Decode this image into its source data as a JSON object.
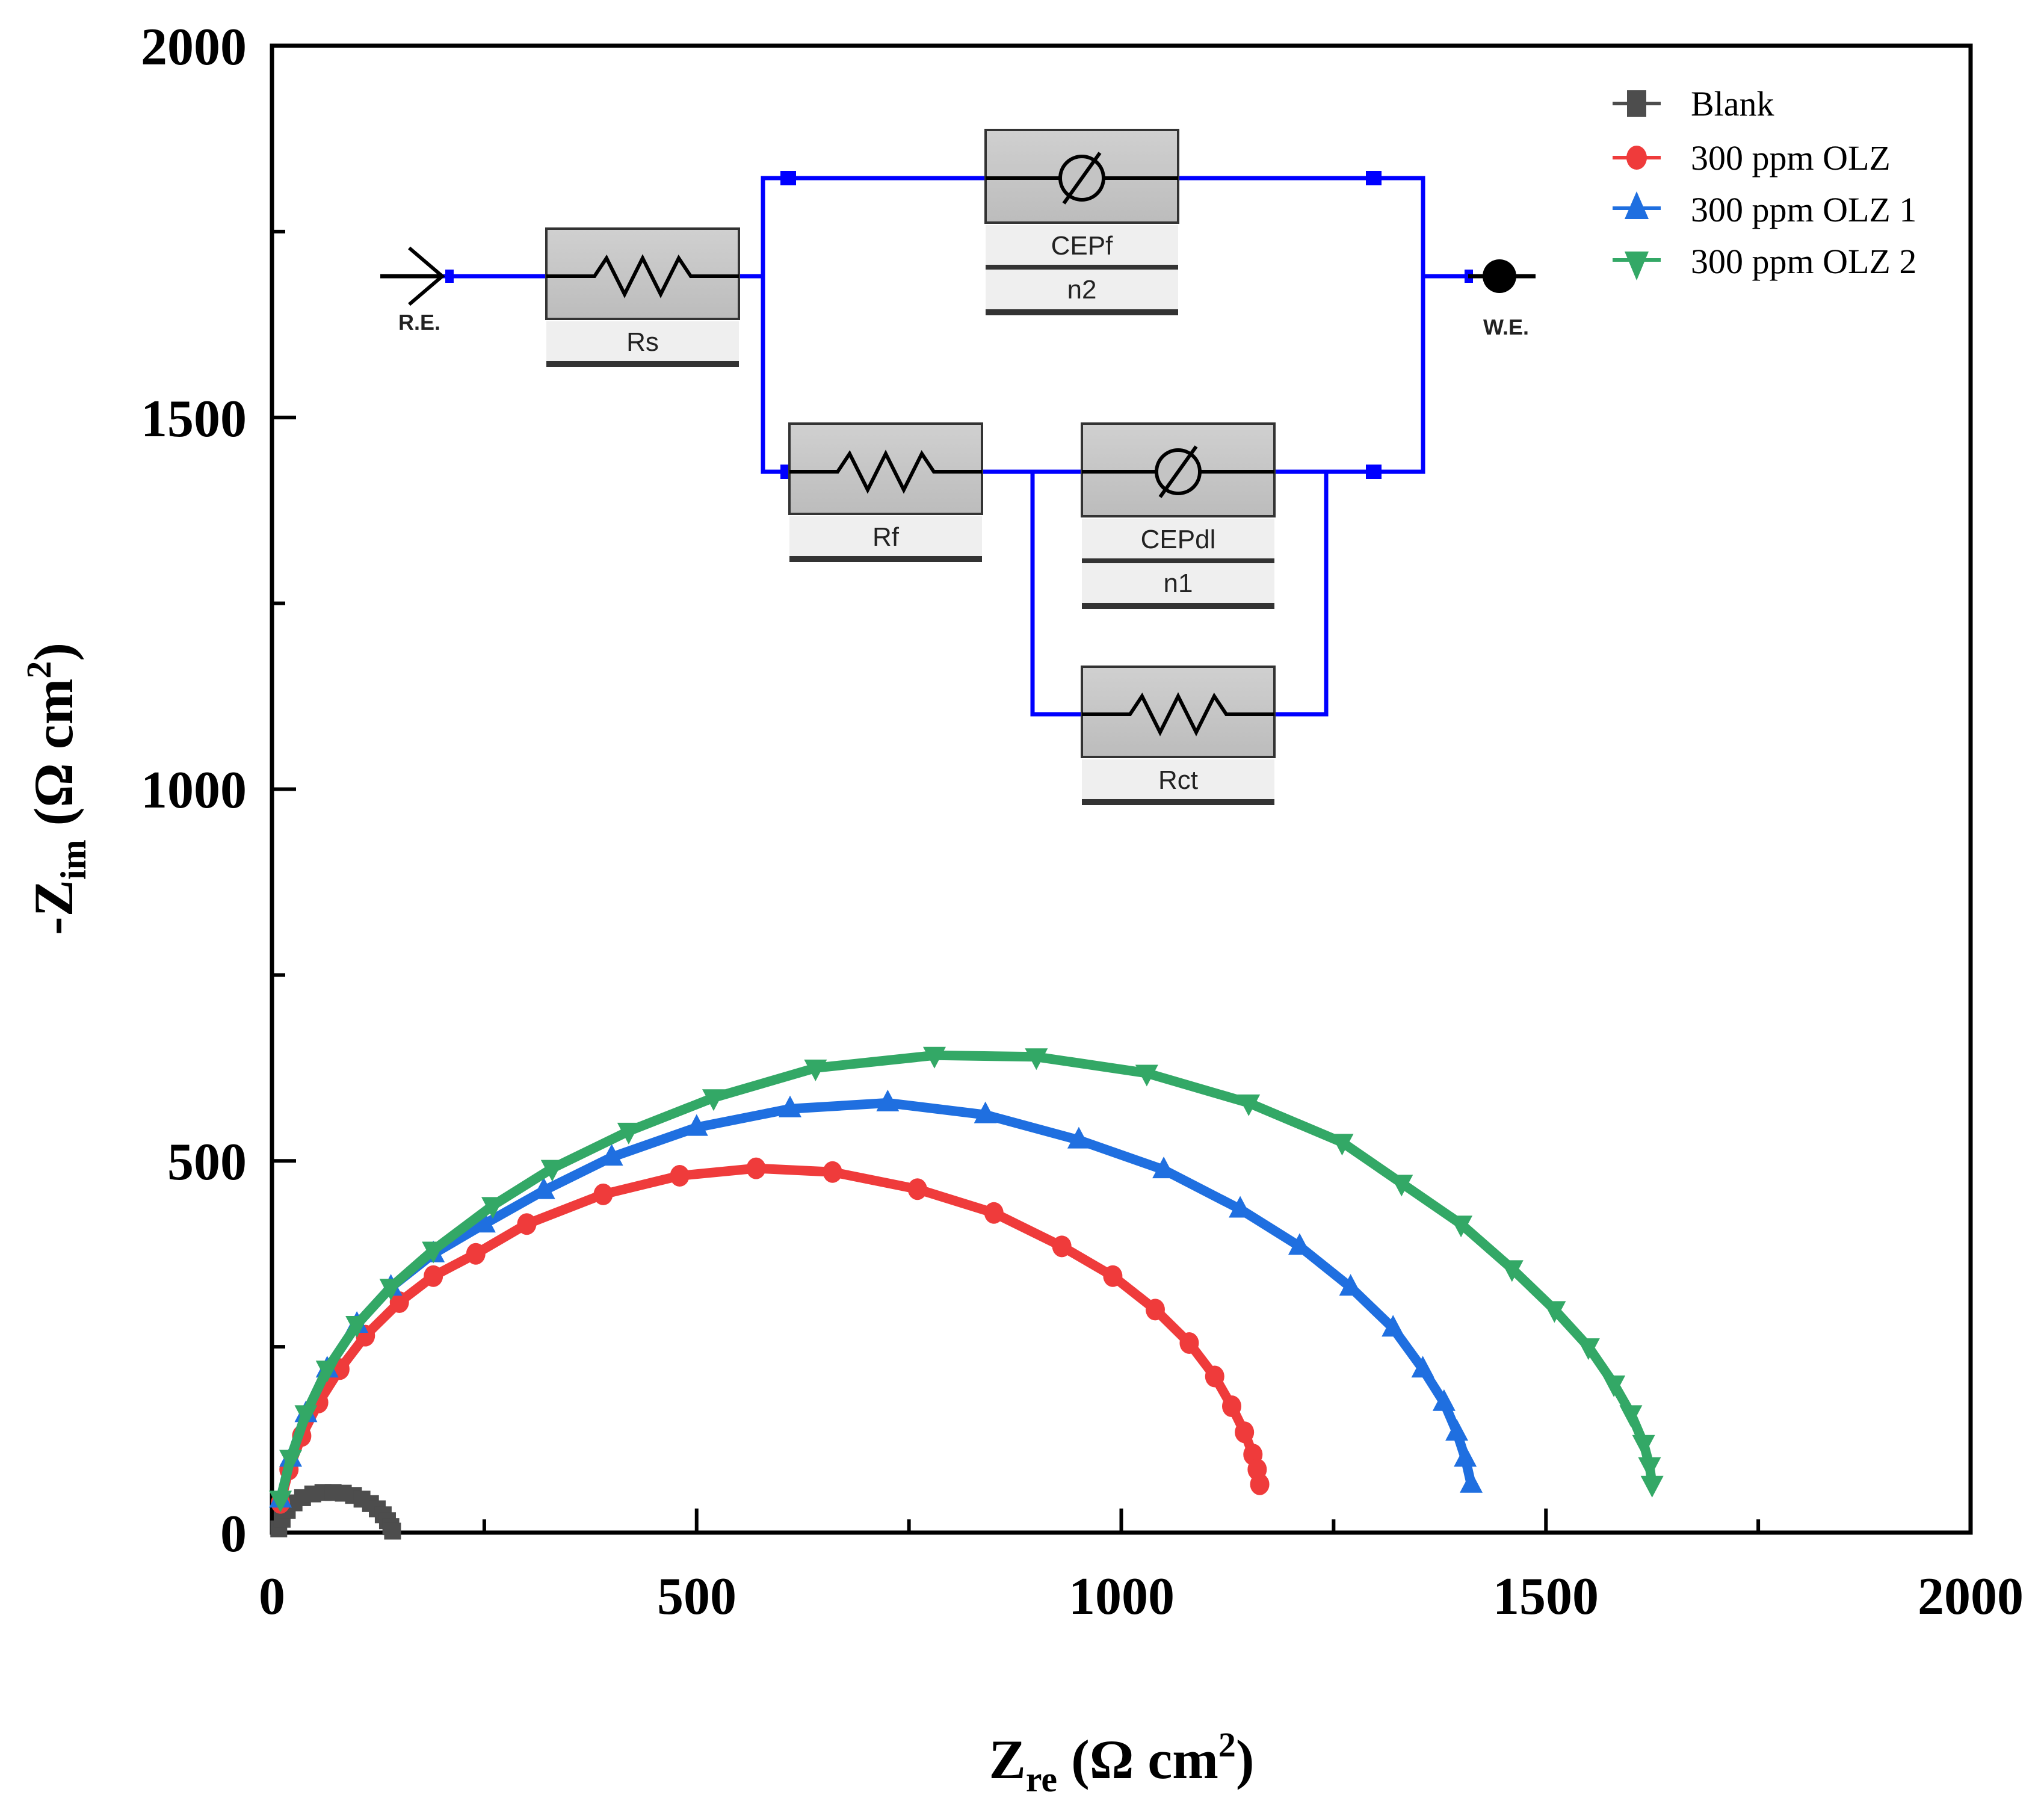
{
  "chart_data": {
    "type": "scatter",
    "title": "",
    "xlabel": "Zre (Ω cm²)",
    "ylabel": "-Zim (Ω cm²)",
    "xlabel_parts": {
      "main": "Z",
      "sub": "re",
      "unit": " (Ω cm",
      "sup": "2",
      "close": ")"
    },
    "ylabel_parts": {
      "prefix": "-Z",
      "sub": "im",
      "unit": " (Ω cm",
      "sup": "2",
      "close": ")"
    },
    "xlim": [
      0,
      2000
    ],
    "ylim": [
      0,
      2000
    ],
    "xticks": [
      "0",
      "500",
      "1000",
      "1500",
      "2000"
    ],
    "yticks": [
      "0",
      "500",
      "1000",
      "1500",
      "2000"
    ],
    "grid": false,
    "legend_position": "upper right",
    "series": [
      {
        "name": "Blank",
        "color": "#4d4d4d",
        "marker": "square",
        "x": [
          8,
          12,
          18,
          26,
          36,
          48,
          60,
          72,
          84,
          96,
          106,
          116,
          124,
          131,
          136,
          140,
          142
        ],
        "y": [
          5,
          18,
          30,
          40,
          47,
          52,
          54,
          54,
          53,
          50,
          45,
          39,
          32,
          24,
          16,
          8,
          2
        ]
      },
      {
        "name": "300 ppm OLZ",
        "color": "#ef3b3b",
        "marker": "circle",
        "x": [
          10,
          20,
          35,
          55,
          80,
          110,
          150,
          190,
          240,
          300,
          390,
          480,
          570,
          660,
          760,
          850,
          930,
          990,
          1040,
          1080,
          1110,
          1130,
          1145,
          1155,
          1160,
          1163
        ],
        "y": [
          40,
          85,
          130,
          175,
          220,
          265,
          310,
          345,
          375,
          415,
          455,
          480,
          490,
          485,
          462,
          430,
          385,
          345,
          300,
          255,
          210,
          170,
          135,
          105,
          85,
          65
        ]
      },
      {
        "name": "300 ppm OLZ 1",
        "color": "#1f6fe0",
        "marker": "triangle-up",
        "x": [
          10,
          22,
          40,
          65,
          100,
          140,
          190,
          250,
          320,
          400,
          500,
          610,
          725,
          840,
          950,
          1050,
          1140,
          1210,
          1270,
          1320,
          1355,
          1380,
          1395,
          1405,
          1412
        ],
        "y": [
          45,
          100,
          160,
          220,
          280,
          330,
          375,
          415,
          460,
          505,
          545,
          570,
          578,
          562,
          528,
          488,
          435,
          385,
          330,
          275,
          220,
          175,
          135,
          100,
          65
        ]
      },
      {
        "name": "300 ppm OLZ 2",
        "color": "#33a866",
        "marker": "triangle-down",
        "x": [
          10,
          22,
          40,
          65,
          100,
          140,
          190,
          260,
          330,
          420,
          520,
          640,
          780,
          900,
          1030,
          1150,
          1260,
          1330,
          1400,
          1460,
          1510,
          1550,
          1580,
          1600,
          1615,
          1622,
          1625
        ],
        "y": [
          45,
          100,
          160,
          220,
          280,
          330,
          380,
          440,
          490,
          540,
          585,
          625,
          642,
          640,
          618,
          578,
          525,
          470,
          415,
          355,
          300,
          250,
          200,
          160,
          120,
          90,
          65
        ]
      }
    ]
  },
  "legend": {
    "items": [
      {
        "label": "Blank",
        "color": "#4d4d4d"
      },
      {
        "label": "300 ppm OLZ",
        "color": "#ef3b3b"
      },
      {
        "label": "300 ppm OLZ 1",
        "color": "#1f6fe0"
      },
      {
        "label": "300 ppm OLZ 2",
        "color": "#33a866"
      }
    ]
  },
  "circuit": {
    "wire_color": "#0000ff",
    "terminal_left": "R.E.",
    "terminal_right": "W.E.",
    "elements": {
      "Rs": {
        "labels": [
          "Rs"
        ],
        "symbol": "resistor"
      },
      "CEPf": {
        "labels": [
          "CEPf",
          "n2"
        ],
        "symbol": "cpe"
      },
      "Rf": {
        "labels": [
          "Rf"
        ],
        "symbol": "resistor"
      },
      "CEPdl": {
        "labels": [
          "CEPdl",
          "n1"
        ],
        "symbol": "cpe"
      },
      "Rct": {
        "labels": [
          "Rct"
        ],
        "symbol": "resistor"
      }
    }
  }
}
